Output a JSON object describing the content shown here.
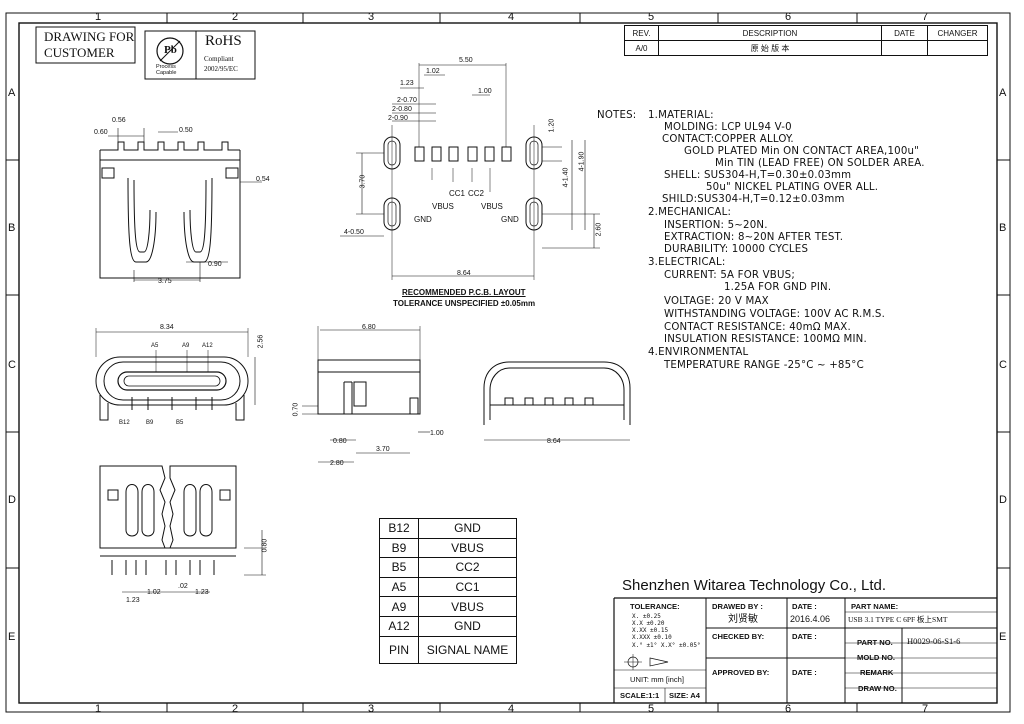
{
  "frame": {
    "col_numbers": [
      "1",
      "2",
      "3",
      "4",
      "5",
      "6",
      "7"
    ],
    "row_letters": [
      "A",
      "B",
      "C",
      "D",
      "E"
    ]
  },
  "header": {
    "drawing_for_customer_line1": "DRAWING FOR",
    "drawing_for_customer_line2": "CUSTOMER",
    "pb_process_line1": "Process",
    "pb_process_line2": "Capable",
    "rohs_title": "RoHS",
    "rohs_line1": "Compliant",
    "rohs_line2": "2002/95/EC"
  },
  "revision_table": {
    "headers": [
      "REV.",
      "DESCRIPTION",
      "DATE",
      "CHANGER"
    ],
    "rows": [
      [
        "A/0",
        "原 始 版 本",
        "",
        ""
      ]
    ]
  },
  "notes": {
    "label": "NOTES:",
    "lines": [
      "1.MATERIAL:",
      "MOLDING: LCP UL94 V-0",
      "CONTACT:COPPER ALLOY.",
      "GOLD PLATED Min ON CONTACT AREA,100u\"",
      "Min TIN (LEAD FREE) ON SOLDER AREA.",
      "SHELL: SUS304-H,T=0.30±0.03mm",
      "50u\" NICKEL PLATING OVER ALL.",
      "SHILD:SUS304-H,T=0.12±0.03mm",
      "2.MECHANICAL:",
      "INSERTION: 5~20N.",
      "EXTRACTION: 8~20N AFTER TEST.",
      "DURABILITY: 10000 CYCLES",
      "3.ELECTRICAL:",
      "CURRENT: 5A FOR VBUS;",
      "1.25A FOR GND PIN.",
      "VOLTAGE: 20 V MAX",
      "WITHSTANDING VOLTAGE: 100V AC R.M.S.",
      "CONTACT RESISTANCE: 40mΩ MAX.",
      "INSULATION RESISTANCE: 100MΩ MIN.",
      "4.ENVIRONMENTAL",
      "TEMPERATURE RANGE -25°C ~ +85°C"
    ]
  },
  "pcb_layout": {
    "title": "RECOMMENDED P.C.B. LAYOUT",
    "tolerance": "TOLERANCE UNSPECIFIED ±0.05mm",
    "dims": {
      "d550": "5.50",
      "d102": "1.02",
      "d123": "1.23",
      "d100": "1.00",
      "d070": "2-0.70",
      "d080": "2-0.80",
      "d090": "2-0.90",
      "d120": "1.20",
      "d140": "4-1.40",
      "d190": "4-1.90",
      "d370": "3.70",
      "d050": "4-0.50",
      "d260": "2.60",
      "d864": "8.64"
    },
    "pad_labels": {
      "gnd_left": "GND",
      "vbus_left": "VBUS",
      "cc1": "CC1",
      "cc2": "CC2",
      "vbus_right": "VBUS",
      "gnd_right": "GND"
    }
  },
  "front_view": {
    "dims": {
      "d056": "0.56",
      "d060": "0.60",
      "d050": "0.50",
      "d054": "0.54",
      "d090": "0.90",
      "d375": "3.75"
    }
  },
  "end_view": {
    "dims": {
      "d834": "8.34",
      "d256": "2.56"
    },
    "top_pins": [
      "A5",
      "A9",
      "A12"
    ],
    "bottom_pins": [
      "B12",
      "B9",
      "B5"
    ]
  },
  "side_view": {
    "dims": {
      "d680": "6.80",
      "d070": "0.70",
      "d080": "0.80",
      "d370": "3.70",
      "d100": "1.00",
      "d280": "2.80"
    }
  },
  "shield_view": {
    "dims": {
      "d864": "8.64"
    }
  },
  "bottom_view": {
    "dims": {
      "d080": "0.80",
      "d123a": "1.23",
      "d102": "1.02",
      "d102b": ".02",
      "d123b": "1.23"
    }
  },
  "pin_table": {
    "rows": [
      [
        "B12",
        "GND"
      ],
      [
        "B9",
        "VBUS"
      ],
      [
        "B5",
        "CC2"
      ],
      [
        "A5",
        "CC1"
      ],
      [
        "A9",
        "VBUS"
      ],
      [
        "A12",
        "GND"
      ],
      [
        "PIN",
        "SIGNAL NAME"
      ]
    ]
  },
  "title_block": {
    "company": "Shenzhen Witarea Technology Co., Ltd.",
    "tolerance_label": "TOLERANCE:",
    "tolerance_lines": [
      "X.    ±0.25",
      "X.X   ±0.20",
      "X.XX  ±0.15",
      "X.XXX ±0.10",
      "X.° ±1°   X.X° ±0.05°"
    ],
    "unit": "UNIT: mm [inch]",
    "scale": "SCALE:1:1",
    "size": "SIZE: A4",
    "drawn_by_label": "DRAWED BY :",
    "drawn_by_value": "刘贤敏",
    "checked_by_label": "CHECKED BY:",
    "approved_by_label": "APPROVED BY:",
    "date_label": "DATE :",
    "date_value": "2016.4.06",
    "part_name_label": "PART NAME:",
    "part_name_value": "USB 3.1 TYPE C 6PF 板上SMT",
    "part_no_label": "PART NO.",
    "part_no_value": "H0029-06-S1-6",
    "mold_no_label": "MOLD NO.",
    "remark_label": "REMARK",
    "draw_no_label": "DRAW NO."
  }
}
